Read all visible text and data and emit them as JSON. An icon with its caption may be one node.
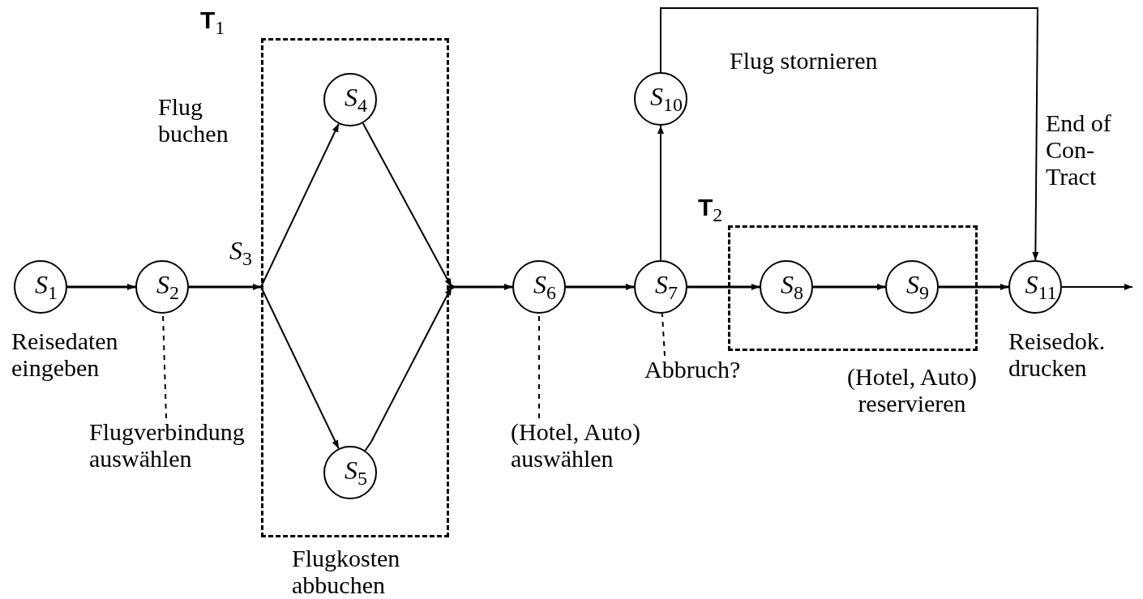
{
  "diagram": {
    "nodes": [
      {
        "text": [
          "T$_{1}$"
        ]
      },
      {
        "text": [
          "S$_{1}$"
        ],
        "beside": [
          "Reisedaten eingeben"
        ]
      },
      {
        "text": [
          "S$_{2}$"
        ]
      },
      {
        "text": [
          "S$_{3}$"
        ]
      },
      {
        "text": [
          "S$_{4}$"
        ],
        "in": 0
      },
      {
        "text": [
          "S$_{5}$"
        ],
        "in": 0
      },
      {
        "text": [],
        "shape": "point"
      },
      {
        "text": [
          "S$_{6}$"
        ]
      },
      {
        "text": [
          "S$_{7}$"
        ]
      },
      {
        "text": [
          "S$_{10}$"
        ]
      },
      {
        "text": [
          "T$_{2}$"
        ]
      },
      {
        "text": [
          "S$_{8}$"
        ],
        "in": 10
      },
      {
        "text": [
          "S$_{9}$"
        ],
        "in": 10
      },
      {
        "text": [
          "S$_{11}$"
        ],
        "beside": [
          "Reisedok. drucken"
        ]
      },
      {
        "text": [
          "Flugverbindung auswählen"
        ]
      },
      {
        "text": [
          "(Hotel, Auto) auswählen"
        ]
      },
      {
        "text": [
          "Abbruch?"
        ]
      }
    ],
    "edges": [
      {
        "from": 1,
        "to": 2,
        "arrow": "to"
      },
      {
        "from": 2,
        "to": 3,
        "arrow": "to"
      },
      {
        "from": 3,
        "to": 4,
        "arrow": "to"
      },
      {
        "from": 3,
        "to": 5,
        "arrow": "to"
      },
      {
        "from": 4,
        "to": 6,
        "arrow": "to"
      },
      {
        "from": 5,
        "to": 6,
        "arrow": "to"
      },
      {
        "from": 6,
        "to": 7,
        "arrow": "to"
      },
      {
        "from": 7,
        "to": 8,
        "arrow": "to"
      },
      {
        "from": 8,
        "to": 9,
        "arrow": "to"
      },
      {
        "from": 8,
        "to": 11,
        "arrow": "to"
      },
      {
        "from": 11,
        "to": 12,
        "arrow": "to"
      },
      {
        "from": 12,
        "to": 13,
        "arrow": "to"
      },
      {
        "from": 9,
        "to": 13,
        "arrow": "to",
        "label": "Flug stornieren"
      },
      {
        "from": 13,
        "to": null,
        "arrow": "to"
      },
      {
        "from": 14,
        "to": 2,
        "arrow": "none",
        "style": "dashed"
      },
      {
        "from": 15,
        "to": 7,
        "arrow": "none",
        "style": "dashed"
      },
      {
        "from": 16,
        "to": 8,
        "arrow": "none",
        "style": "dashed"
      }
    ],
    "labels": [
      "Flug buchen",
      "End of Con- Tract",
      "Flugkosten abbuchen",
      "(Hotel, Auto) reservieren"
    ]
  }
}
